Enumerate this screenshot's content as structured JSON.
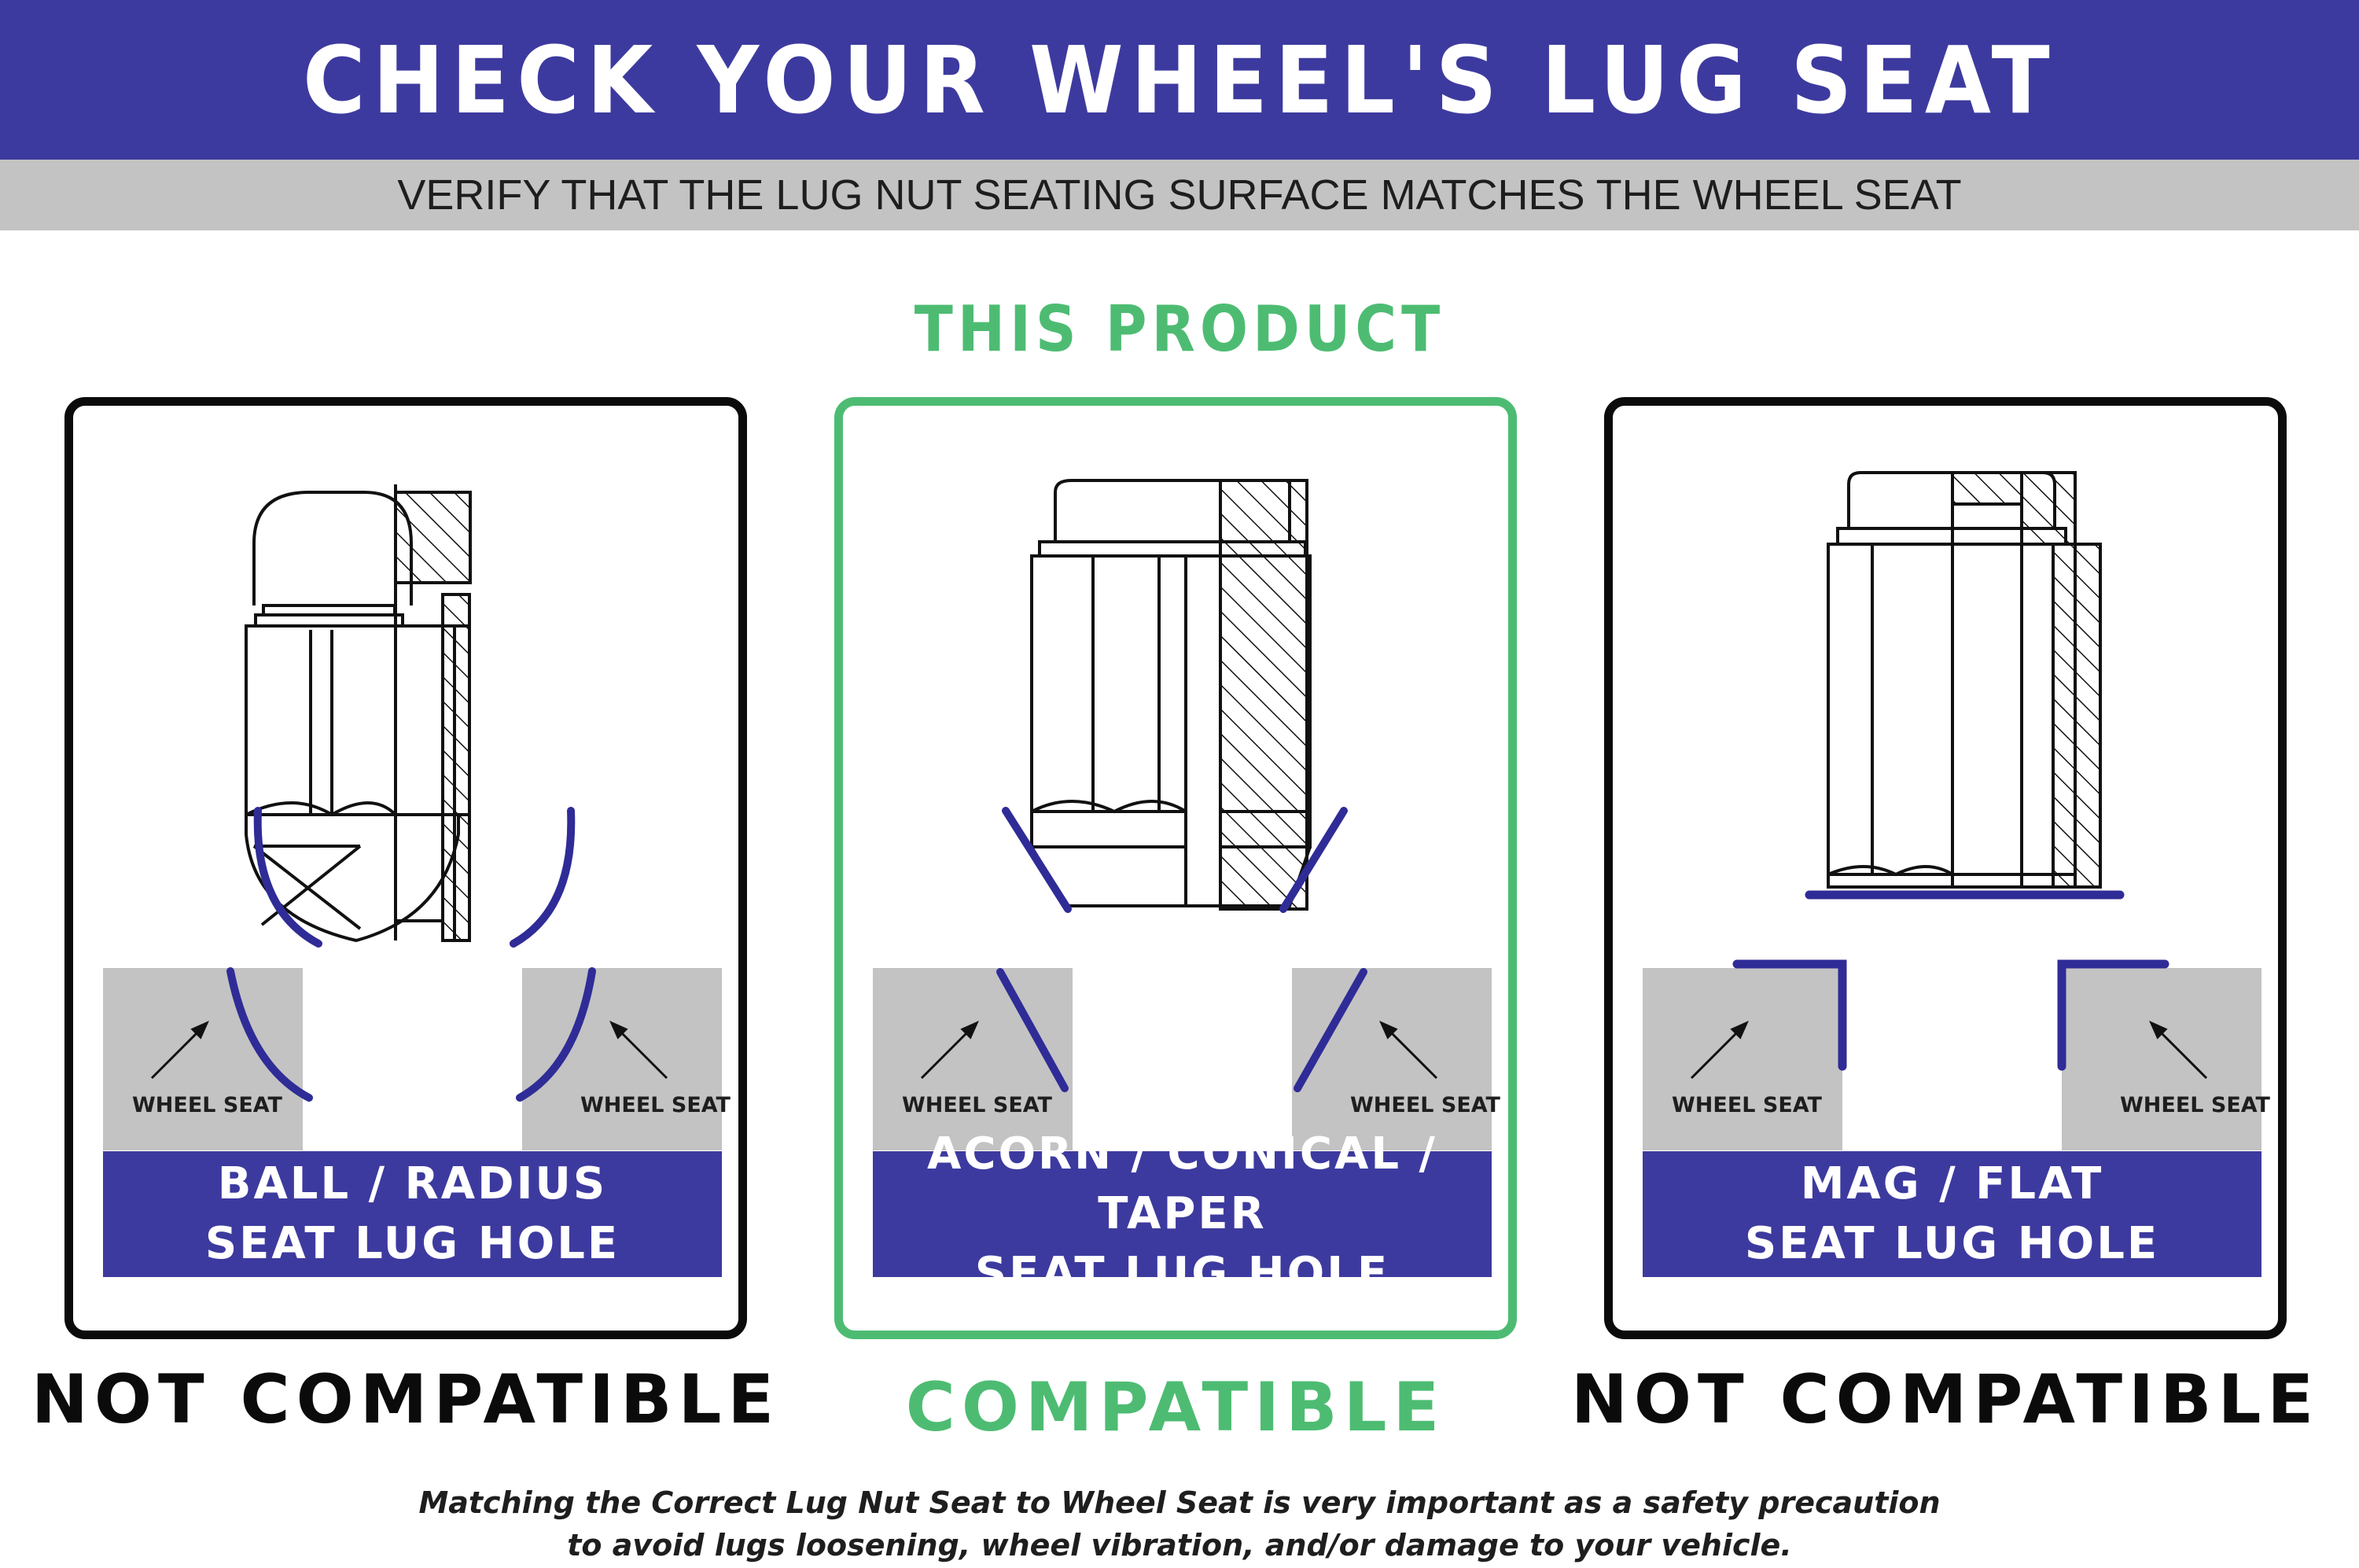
{
  "header": {
    "title": "CHECK YOUR WHEEL'S LUG SEAT",
    "subtitle": "VERIFY THAT THE LUG NUT SEATING SURFACE MATCHES THE WHEEL SEAT"
  },
  "product_tag": "THIS PRODUCT",
  "seat_tag": "WHEEL SEAT",
  "panels": [
    {
      "type": "ball",
      "label_line1": "BALL / RADIUS",
      "label_line2": "SEAT LUG HOLE",
      "verdict": "NOT COMPATIBLE"
    },
    {
      "type": "conical",
      "label_line1": "ACORN / CONICAL / TAPER",
      "label_line2": "SEAT LUG HOLE",
      "verdict": "COMPATIBLE"
    },
    {
      "type": "flat",
      "label_line1": "MAG / FLAT",
      "label_line2": "SEAT LUG HOLE",
      "verdict": "NOT COMPATIBLE"
    }
  ],
  "footnote": {
    "line1": "Matching the Correct Lug Nut Seat to Wheel Seat is very important as a safety precaution",
    "line2": "to avoid lugs loosening, wheel vibration, and/or damage to your vehicle."
  },
  "colors": {
    "brand_blue": "#3d3a9f",
    "seat_blue": "#2f2c97",
    "compatible_green": "#4dbc72",
    "seat_gray": "#c3c3c3"
  }
}
